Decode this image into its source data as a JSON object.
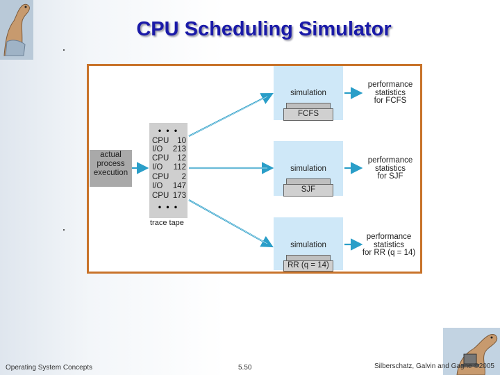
{
  "title": "CPU Scheduling Simulator",
  "diagram": {
    "actual": [
      "actual",
      "process",
      "execution"
    ],
    "tape_dots": "• • •",
    "tape": [
      {
        "label": "CPU",
        "value": "10"
      },
      {
        "label": "I/O",
        "value": "213"
      },
      {
        "label": "CPU",
        "value": "12"
      },
      {
        "label": "I/O",
        "value": "112"
      },
      {
        "label": "CPU",
        "value": "2"
      },
      {
        "label": "I/O",
        "value": "147"
      },
      {
        "label": "CPU",
        "value": "173"
      }
    ],
    "tape_label": "trace tape",
    "simulations": [
      {
        "label": "simulation",
        "algorithm": "FCFS",
        "perf": [
          "performance",
          "statistics",
          "for FCFS"
        ]
      },
      {
        "label": "simulation",
        "algorithm": "SJF",
        "perf": [
          "performance",
          "statistics",
          "for SJF"
        ]
      },
      {
        "label": "simulation",
        "algorithm": "RR (q = 14)",
        "perf": [
          "performance",
          "statistics",
          "for RR (q = 14)"
        ]
      }
    ]
  },
  "footer": {
    "left": "Operating System Concepts",
    "center": "5.50",
    "right": "Silberschatz, Galvin and Gagne ©2005"
  },
  "colors": {
    "title": "#1a1aa8",
    "frame": "#c8732a",
    "arrow": "#2a9ec8",
    "sim_bg": "#cfe8f8"
  }
}
